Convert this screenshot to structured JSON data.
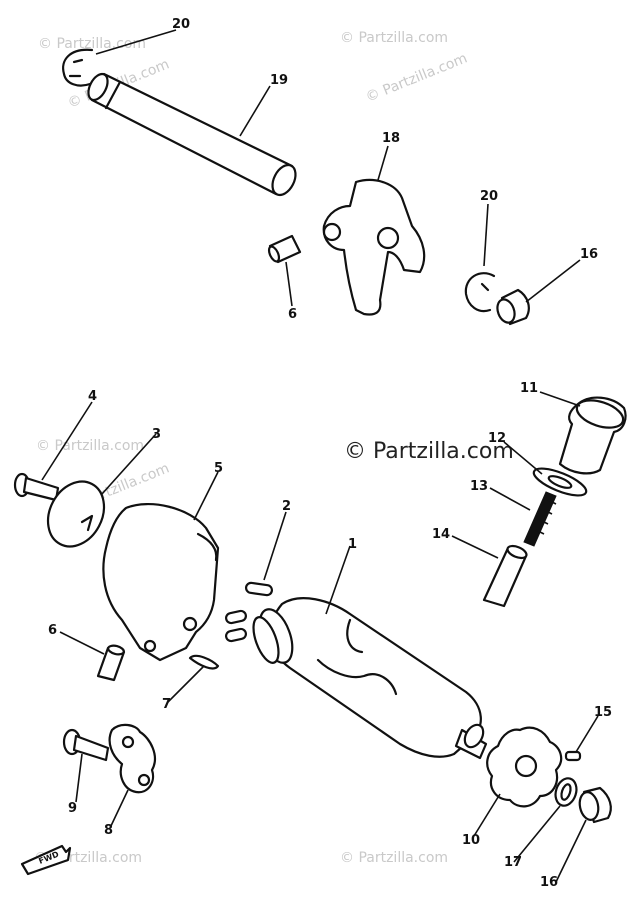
{
  "watermark": {
    "text": "© Partzilla.com",
    "center_text": "© Partzilla.com"
  },
  "forward_label": "FWD",
  "callouts": {
    "c20a": "20",
    "c19": "19",
    "c18": "18",
    "c20b": "20",
    "c16a": "16",
    "c6a": "6",
    "c11": "11",
    "c12": "12",
    "c13": "13",
    "c14": "14",
    "c4": "4",
    "c3": "3",
    "c5": "5",
    "c2": "2",
    "c1": "1",
    "c6b": "6",
    "c7": "7",
    "c9": "9",
    "c8": "8",
    "c15": "15",
    "c10": "10",
    "c17": "17",
    "c16b": "16"
  }
}
